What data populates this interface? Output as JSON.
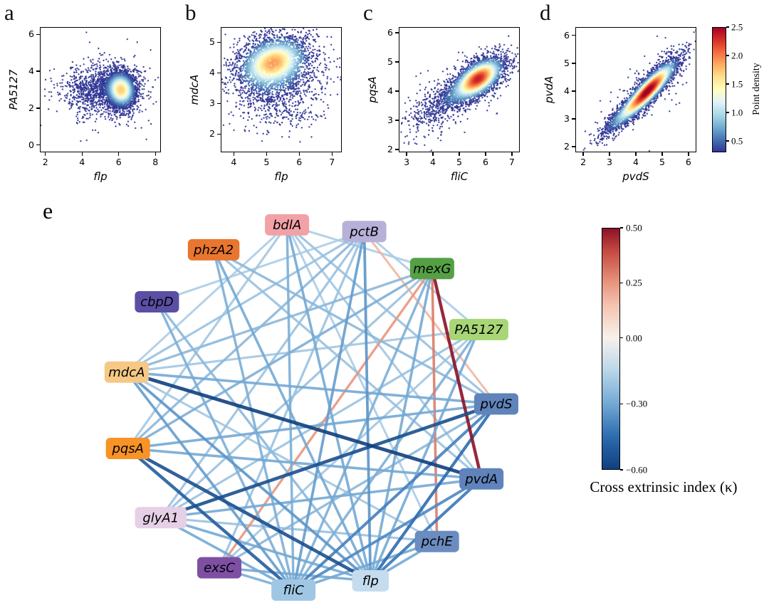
{
  "figure": {
    "background": "#ffffff"
  },
  "chart_data": [
    {
      "id": "a",
      "panel_letter": "a",
      "type": "density_scatter",
      "xlabel": "flp",
      "ylabel": "PA5127",
      "xlim": [
        1.7,
        8.3
      ],
      "xticks": [
        2,
        4,
        6,
        8
      ],
      "ylim": [
        -0.4,
        6.4
      ],
      "yticks": [
        0,
        2,
        4,
        6
      ],
      "grid": false,
      "distribution": {
        "peak_density": 1.7,
        "clusters": [
          {
            "n": 2600,
            "cx": 6.15,
            "cy": 3.0,
            "sx": 0.42,
            "sy": 0.52,
            "rho": -0.1
          },
          {
            "n": 1000,
            "cx": 5.0,
            "cy": 3.0,
            "sx": 1.05,
            "sy": 0.6,
            "rho": 0
          },
          {
            "n": 260,
            "cx": 5.3,
            "cy": 2.9,
            "sx": 1.35,
            "sy": 1.15,
            "rho": 0
          }
        ]
      }
    },
    {
      "id": "b",
      "panel_letter": "b",
      "type": "density_scatter",
      "xlabel": "flp",
      "ylabel": "mdcA",
      "xlim": [
        3.6,
        7.3
      ],
      "xticks": [
        4,
        5,
        6,
        7
      ],
      "ylim": [
        1.4,
        5.5
      ],
      "yticks": [
        2,
        3,
        4,
        5
      ],
      "grid": false,
      "distribution": {
        "peak_density": 1.9,
        "clusters": [
          {
            "n": 2600,
            "cx": 5.2,
            "cy": 4.35,
            "sx": 0.55,
            "sy": 0.45,
            "rho": 0.25
          },
          {
            "n": 950,
            "cx": 5.3,
            "cy": 3.9,
            "sx": 0.8,
            "sy": 0.75,
            "rho": 0.1
          },
          {
            "n": 260,
            "cx": 5.4,
            "cy": 3.0,
            "sx": 0.7,
            "sy": 0.5,
            "rho": 0
          }
        ]
      }
    },
    {
      "id": "c",
      "panel_letter": "c",
      "type": "density_scatter",
      "xlabel": "fliC",
      "ylabel": "pqsA",
      "xlim": [
        2.7,
        7.3
      ],
      "xticks": [
        3,
        4,
        5,
        6,
        7
      ],
      "ylim": [
        1.9,
        6.2
      ],
      "yticks": [
        2,
        3,
        4,
        5,
        6
      ],
      "grid": false,
      "distribution": {
        "peak_density": 2.35,
        "clusters": [
          {
            "n": 2800,
            "cx": 5.75,
            "cy": 4.45,
            "sx": 0.5,
            "sy": 0.38,
            "rho": 0.55
          },
          {
            "n": 900,
            "cx": 4.9,
            "cy": 3.9,
            "sx": 0.85,
            "sy": 0.55,
            "rho": 0.8
          },
          {
            "n": 200,
            "cx": 4.5,
            "cy": 3.5,
            "sx": 1.0,
            "sy": 0.8,
            "rho": 0.6
          }
        ]
      }
    },
    {
      "id": "d",
      "panel_letter": "d",
      "type": "density_scatter",
      "xlabel": "pvdS",
      "ylabel": "pvdA",
      "xlim": [
        1.7,
        6.3
      ],
      "xticks": [
        2,
        3,
        4,
        5,
        6
      ],
      "ylim": [
        1.8,
        6.3
      ],
      "yticks": [
        2,
        3,
        4,
        5,
        6
      ],
      "grid": false,
      "distribution": {
        "peak_density": 2.55,
        "clusters": [
          {
            "n": 3000,
            "cx": 4.55,
            "cy": 4.1,
            "sx": 0.55,
            "sy": 0.55,
            "rho": 0.88
          },
          {
            "n": 900,
            "cx": 3.7,
            "cy": 3.3,
            "sx": 0.6,
            "sy": 0.55,
            "rho": 0.92
          },
          {
            "n": 160,
            "cx": 4.3,
            "cy": 3.9,
            "sx": 0.9,
            "sy": 0.9,
            "rho": 0.7
          }
        ]
      }
    },
    {
      "id": "e",
      "panel_letter": "e",
      "type": "network",
      "nodes": [
        {
          "label": "bdlA",
          "color": "#f2a2a6",
          "angle": 97
        },
        {
          "label": "pctB",
          "color": "#b7b0d8",
          "angle": 73
        },
        {
          "label": "mexG",
          "color": "#55a045",
          "angle": 49
        },
        {
          "label": "PA5127",
          "color": "#a8d677",
          "angle": 25
        },
        {
          "label": "pvdS",
          "color": "#5f83ba",
          "angle": 1
        },
        {
          "label": "pvdA",
          "color": "#5f83ba",
          "angle": -23
        },
        {
          "label": "pchE",
          "color": "#6b8cc0",
          "angle": -47
        },
        {
          "label": "flp",
          "color": "#c5dcee",
          "angle": -71
        },
        {
          "label": "fliC",
          "color": "#9fc7e4",
          "angle": -95
        },
        {
          "label": "exsC",
          "color": "#7e4fa3",
          "angle": -119
        },
        {
          "label": "glyA1",
          "color": "#e6d0e6",
          "angle": -143
        },
        {
          "label": "pqsA",
          "color": "#f79327",
          "angle": -167
        },
        {
          "label": "mdcA",
          "color": "#f6c886",
          "angle": 169
        },
        {
          "label": "cbpD",
          "color": "#5a4fa5",
          "angle": 145
        },
        {
          "label": "phzA2",
          "color": "#e9762e",
          "angle": 121
        }
      ],
      "edges": [
        [
          "bdlA",
          "mexG",
          -0.18
        ],
        [
          "bdlA",
          "pvdS",
          -0.22
        ],
        [
          "bdlA",
          "pvdA",
          -0.2
        ],
        [
          "bdlA",
          "pchE",
          -0.18
        ],
        [
          "bdlA",
          "flp",
          -0.3
        ],
        [
          "bdlA",
          "fliC",
          -0.28
        ],
        [
          "bdlA",
          "pqsA",
          -0.2
        ],
        [
          "bdlA",
          "mdcA",
          -0.18
        ],
        [
          "pctB",
          "PA5127",
          -0.18
        ],
        [
          "pctB",
          "pvdS",
          0.18
        ],
        [
          "pctB",
          "flp",
          -0.35
        ],
        [
          "pctB",
          "fliC",
          -0.33
        ],
        [
          "pctB",
          "exsC",
          -0.22
        ],
        [
          "pctB",
          "glyA1",
          -0.22
        ],
        [
          "pctB",
          "pqsA",
          -0.25
        ],
        [
          "pctB",
          "mdcA",
          -0.22
        ],
        [
          "pctB",
          "cbpD",
          -0.18
        ],
        [
          "mexG",
          "pvdA",
          0.5
        ],
        [
          "mexG",
          "pchE",
          0.3
        ],
        [
          "mexG",
          "exsC",
          0.25
        ],
        [
          "mexG",
          "flp",
          -0.3
        ],
        [
          "mexG",
          "fliC",
          -0.28
        ],
        [
          "mexG",
          "glyA1",
          -0.22
        ],
        [
          "mexG",
          "pqsA",
          -0.28
        ],
        [
          "mexG",
          "mdcA",
          -0.25
        ],
        [
          "PA5127",
          "flp",
          -0.3
        ],
        [
          "PA5127",
          "fliC",
          -0.28
        ],
        [
          "PA5127",
          "glyA1",
          -0.22
        ],
        [
          "PA5127",
          "exsC",
          -0.2
        ],
        [
          "PA5127",
          "mdcA",
          -0.2
        ],
        [
          "pvdS",
          "flp",
          -0.45
        ],
        [
          "pvdS",
          "fliC",
          -0.4
        ],
        [
          "pvdS",
          "glyA1",
          -0.55
        ],
        [
          "pvdS",
          "mdcA",
          -0.3
        ],
        [
          "pvdS",
          "pqsA",
          -0.3
        ],
        [
          "pvdS",
          "exsC",
          -0.25
        ],
        [
          "pvdS",
          "phzA2",
          -0.25
        ],
        [
          "pvdA",
          "flp",
          -0.42
        ],
        [
          "pvdA",
          "fliC",
          -0.38
        ],
        [
          "pvdA",
          "mdcA",
          -0.6
        ],
        [
          "pvdA",
          "pqsA",
          -0.3
        ],
        [
          "pvdA",
          "glyA1",
          -0.3
        ],
        [
          "pvdA",
          "phzA2",
          -0.22
        ],
        [
          "pchE",
          "flp",
          -0.3
        ],
        [
          "pchE",
          "fliC",
          -0.3
        ],
        [
          "pchE",
          "glyA1",
          -0.22
        ],
        [
          "pchE",
          "mdcA",
          -0.2
        ],
        [
          "flp",
          "exsC",
          -0.3
        ],
        [
          "flp",
          "glyA1",
          -0.3
        ],
        [
          "flp",
          "pqsA",
          -0.55
        ],
        [
          "flp",
          "mdcA",
          -0.35
        ],
        [
          "flp",
          "cbpD",
          -0.25
        ],
        [
          "flp",
          "phzA2",
          -0.3
        ],
        [
          "fliC",
          "exsC",
          -0.28
        ],
        [
          "fliC",
          "glyA1",
          -0.3
        ],
        [
          "fliC",
          "pqsA",
          -0.5
        ],
        [
          "fliC",
          "mdcA",
          -0.33
        ],
        [
          "fliC",
          "cbpD",
          -0.28
        ],
        [
          "fliC",
          "phzA2",
          -0.28
        ]
      ]
    }
  ],
  "density_colorbar": {
    "label": "Point density",
    "vmin": 0.3,
    "vmax": 2.5,
    "ticks": [
      {
        "v": 0.5,
        "label": "0.5"
      },
      {
        "v": 1.0,
        "label": "1.0"
      },
      {
        "v": 1.5,
        "label": "1.5"
      },
      {
        "v": 2.0,
        "label": "2.0"
      },
      {
        "v": 2.5,
        "label": "2.5"
      }
    ],
    "colors": [
      "#313695",
      "#4575b4",
      "#74add1",
      "#abd9e9",
      "#e0f3f8",
      "#ffffbf",
      "#fee090",
      "#fdae61",
      "#f46d43",
      "#d73027",
      "#a50026"
    ]
  },
  "kappa_colorbar": {
    "label": "Cross extrinsic index (κ)",
    "vmin": -0.6,
    "vmax": 0.5,
    "ticks": [
      {
        "v": 0.5,
        "label": "0.50"
      },
      {
        "v": 0.25,
        "label": "0.25"
      },
      {
        "v": 0.0,
        "label": "0.00"
      },
      {
        "v": -0.3,
        "label": "−0.30"
      },
      {
        "v": -0.6,
        "label": "−0.60"
      }
    ],
    "stops": [
      {
        "v": -0.6,
        "c": "#10407e"
      },
      {
        "v": -0.45,
        "c": "#2d6cb0"
      },
      {
        "v": -0.3,
        "c": "#74a9d4"
      },
      {
        "v": -0.15,
        "c": "#b9d6ea"
      },
      {
        "v": 0.0,
        "c": "#f7f1ec"
      },
      {
        "v": 0.15,
        "c": "#f4c3b0"
      },
      {
        "v": 0.25,
        "c": "#e8967f"
      },
      {
        "v": 0.4,
        "c": "#c34840"
      },
      {
        "v": 0.5,
        "c": "#8c1127"
      }
    ]
  }
}
